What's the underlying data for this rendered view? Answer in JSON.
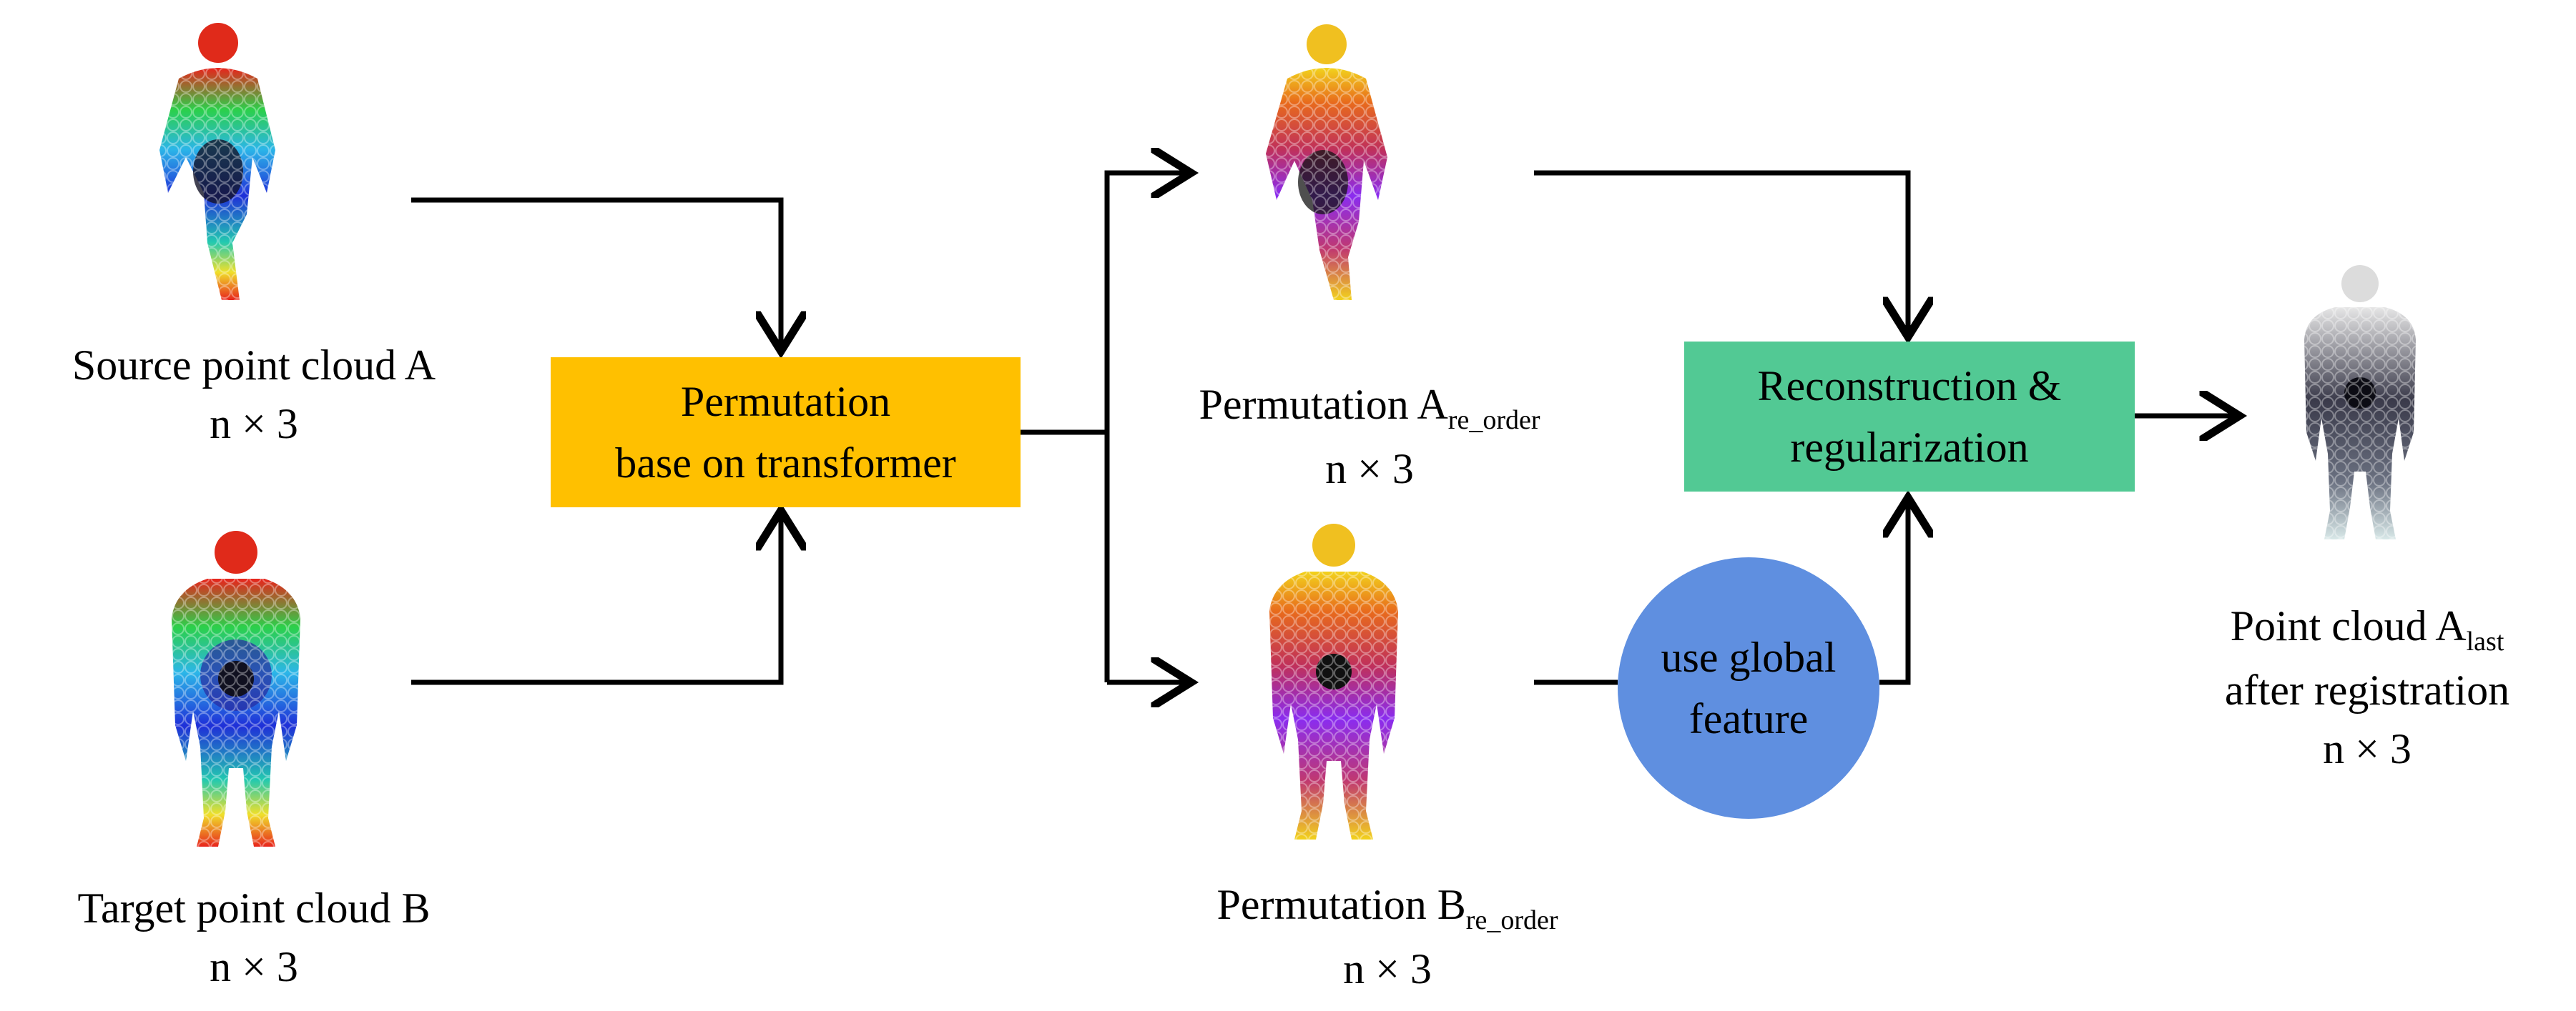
{
  "colors": {
    "permutation_box": "#ffc000",
    "reconstruction_box": "#52c994",
    "global_feature_circle": "#5f8fe0",
    "arrow": "#000000"
  },
  "icons": {
    "source": "human-point-cloud-rainbow-icon",
    "target": "human-point-cloud-rainbow-icon",
    "perm_a": "human-point-cloud-fire-icon",
    "perm_b": "human-point-cloud-fire-icon",
    "result": "human-point-cloud-gray-icon"
  },
  "source": {
    "title": "Source point cloud A",
    "dims": "n × 3"
  },
  "target": {
    "title": "Target point cloud B",
    "dims": "n × 3"
  },
  "permutation_box": {
    "line1": "Permutation",
    "line2": "base on transformer"
  },
  "perm_a": {
    "title": "Permutation A",
    "subscript": "re_order",
    "dims": "n × 3"
  },
  "perm_b": {
    "title": "Permutation B",
    "subscript": "re_order",
    "dims": "n × 3"
  },
  "global_feature": {
    "line1": "use global",
    "line2": "feature"
  },
  "reconstruction_box": {
    "line1": "Reconstruction &",
    "line2": "regularization"
  },
  "result": {
    "title": "Point cloud A",
    "subscript": "last",
    "line2": "after registration",
    "dims": "n × 3"
  }
}
